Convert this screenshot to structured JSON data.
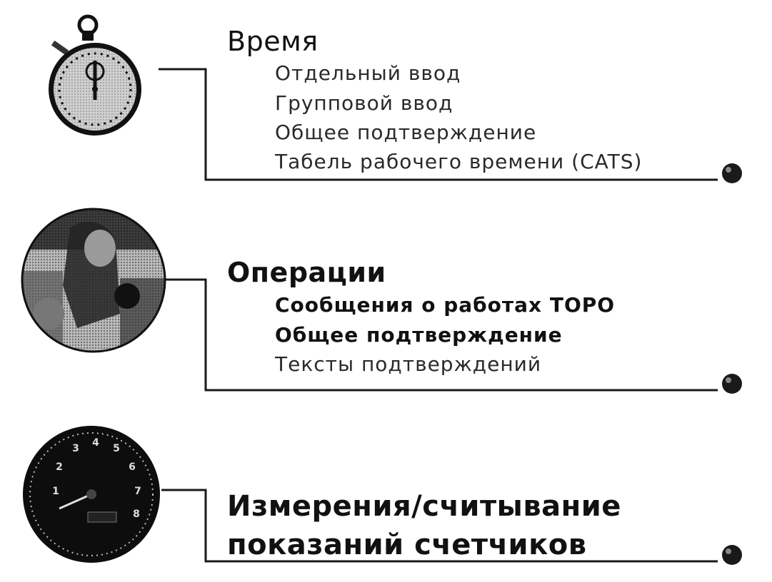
{
  "colors": {
    "line": "#1a1a1a",
    "text": "#111111",
    "bullet": "#1a1a1a"
  },
  "sections": [
    {
      "icon": "stopwatch-icon",
      "title": "Время",
      "items": [
        "Отдельный ввод",
        "Групповой ввод",
        "Общее подтверждение",
        "Табель рабочего времени (CATS)"
      ]
    },
    {
      "icon": "worker-photo-icon",
      "title": "Операции",
      "items": [
        "Сообщения о работах ТОРО",
        "Общее подтверждение",
        "Тексты подтверждений"
      ]
    },
    {
      "icon": "gauge-icon",
      "title_lines": [
        "Измерения/считывание",
        "показаний счетчиков"
      ],
      "gauge_labels": [
        "1",
        "2",
        "3",
        "4",
        "5",
        "6",
        "7",
        "8"
      ]
    }
  ]
}
